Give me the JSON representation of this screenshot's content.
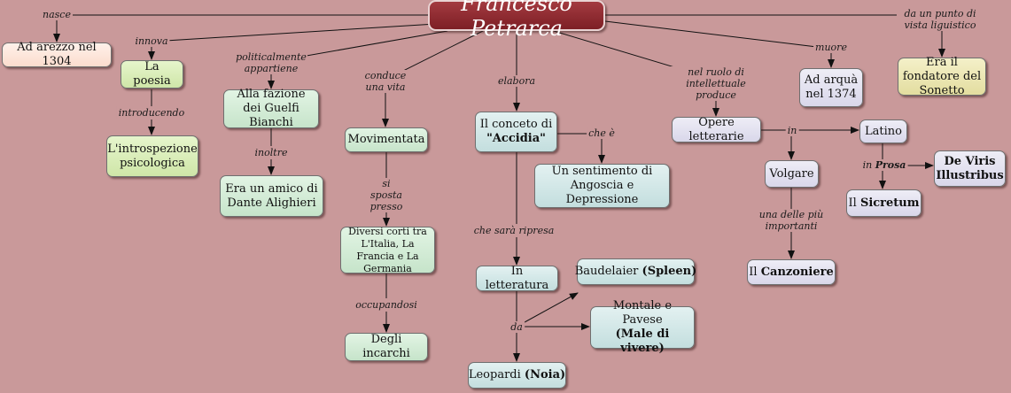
{
  "root": {
    "label": "Francesco Petrarca"
  },
  "nodes": {
    "arezzo": "Ad arezzo nel 1304",
    "poesia": "La poesia",
    "introspezione": "L'introspezione psicologica",
    "fazione": "Alla fazione dei Guelfi Bianchi",
    "amico": "Era un amico di Dante Alighieri",
    "movimentata": "Movimentata",
    "corti": "Diversi corti tra L'Italia, La Francia e La Germania",
    "incarchi": "Degli incarchi",
    "accidia_pre": "Il conceto di",
    "accidia_bold": "\"Accidia\"",
    "angoscia": "Un sentimento di Angoscia e Depressione",
    "letteratura": "In letteratura",
    "baudelaire_pre": "Baudelaier",
    "baudelaire_bold": "(Spleen)",
    "montale_line1": "Montale e Pavese",
    "montale_bold": "(Male di vivere)",
    "leopardi_pre": "Leopardi",
    "leopardi_bold": "(Noia)",
    "opere": "Opere letterarie",
    "latino": "Latino",
    "volgare": "Volgare",
    "deviris": "De Viris Illustribus",
    "sicretum_pre": "Il",
    "sicretum_bold": "Sicretum",
    "canzoniere_pre": "Il",
    "canzoniere_bold": "Canzoniere",
    "arqua": "Ad arquà nel 1374",
    "fondatore": "Era il fondatore del Sonetto"
  },
  "labels": {
    "nasce": "nasce",
    "innova": "innova",
    "politicamente": "politicalmente appartiene",
    "conduce": "conduce una vita",
    "elabora": "elabora",
    "ruolo": "nel ruolo di intellettuale produce",
    "muore": "muore",
    "punto": "da un punto di vista liguistico",
    "introducendo": "introducendo",
    "inoltre": "inoltre",
    "sisposta": "si sposta presso",
    "occupandosi": "occupandosi",
    "cheè": "che è",
    "ripresa": "che sarà ripresa",
    "da": "da",
    "in": "in",
    "in_prosa_pre": "in",
    "in_prosa_bold": "Prosa",
    "unadelle": "una delle più importanti"
  },
  "colors": {
    "background": "#c9999a",
    "root": "#8b262c",
    "connector": "#111111"
  }
}
